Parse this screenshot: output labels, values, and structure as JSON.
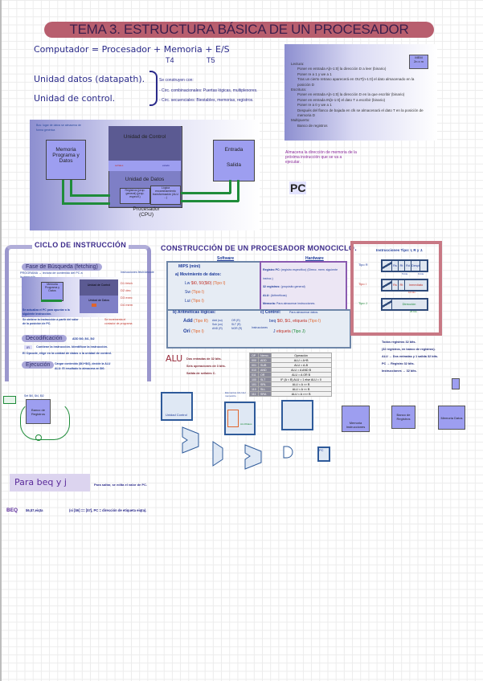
{
  "title": "TEMA 3. ESTRUCTURA BÁSICA DE UN PROCESADOR",
  "intro": {
    "equation": "Computador = Procesador + Memoria + E/S",
    "sub_memoria": "T4",
    "sub_es": "T5",
    "unit_data": "Unidad datos (datapath).",
    "unit_control": "Unidad de control.",
    "brace_title": "Se construyen con:",
    "brace_item1": "- Circ. combinacionales: Puertas lógicas, multiplexores.",
    "brace_item2": "- Circ. secuenciales: Biestables, memorias, registros."
  },
  "memory_slide": {
    "lectura": "Lectura:",
    "l1": "Poner en entrada A[n-1:0] la dirección D a leer (binario)",
    "l2": "Poner re a 1 y we a 1",
    "l3": "Tras un cierto retraso aparecerá en OUT[n-1:0] el dato almacenado en la posición D",
    "escritura": "Escritura:",
    "e1": "Poner en entrada A[n-1:0] la dirección D en la que escribir (binario)",
    "e2": "Poner en entrada IN[n-1:0] el dato T a escribir (binario)",
    "e3": "Poner re a 0 y we a 1",
    "e4": "Después del flanco de bajada en clk se almacenará el dato T en la posición de memoria D",
    "multipuerto": "Multipuerto:",
    "m1": "Banco de registros",
    "mem_label": "MEM",
    "mem_size": "2n x m"
  },
  "cpu_diagram": {
    "note": "Bus: lugar de datos se almacena de forma genérica",
    "memoria": "Memoria Programa y Datos",
    "unidad_control": "Unidad de Control",
    "unidad_datos": "Unidad de Datos",
    "registros": "Registros (prop. general) (prop. específ.)",
    "logica": "Lógica encaminamiento transformación (ALU ...)",
    "entrada": "Entrada",
    "salida": "Salida",
    "procesador": "Procesador (CPU)",
    "senales": "señales",
    "estado": "estado",
    "datos": "datos",
    "instrucciones": "instrucciones",
    "direcciones": "direcciones"
  },
  "pc": {
    "note": "Almacena la dirección de memoria de la próxima instrucción que se va a ejecutar.",
    "label": "PC"
  },
  "ciclo": {
    "heading": "CICLO DE INSTRUCCIÓN",
    "fase_busqueda": "Fase de Búsqueda (fetching)",
    "busqueda_note": "PROGRAMA → lectura de contenido del PC a la memoria.",
    "memoria": "Memoria Programa y Datos",
    "control": "Unidad de Control",
    "datos": "Unidad de Datos",
    "procesador": "Procesador (CPU)",
    "steps_title": "Instrucciones fetch/decode",
    "steps": [
      "D1 fetch",
      "D2 dec",
      "D3 exec",
      "D4 mem"
    ],
    "pc_note1": "Se actualiza el PC para apuntar a la siguiente instrucción.",
    "pc_note2": "Se obtiene la instrucción a partir del valor de la posición de PC.",
    "red_note": "Se incrementa el contador de programa",
    "decodificacion": "Decodificación",
    "decod_note": "ADD $t0, $t1, $t2",
    "ir_label": "IR",
    "decod_line1": "Contiene la instrucción.   Identificar la instrucción.",
    "decod_line2": "El Opcode, elige en la unidad de datos o la unidad de control.",
    "ejecucion": "Ejecución",
    "ejec_line1": "Cargar contenido ($t1+$t2), decide la ALU",
    "ejec_line2": "ALU: El resultado lo almacena en $t0."
  },
  "construccion": {
    "heading": "CONSTRUCCIÓN DE UN PROCESADOR MONOCICLO.",
    "software": "Software",
    "hardware": "Hardware",
    "mips": "MIPS (mini)",
    "a_title": "a) Movimiento de datos:",
    "lw": "Lw",
    "lw_args": "$t0, 50($t0)",
    "lw_tipo": "(Tipo I)",
    "sw": "Sw",
    "sw_tipo": "(Tipo I)",
    "lui": "Lui",
    "lui_tipo": "(Tipo I)",
    "b_title": "b) Aritméticas lógicas:",
    "add": "Add",
    "add_tipo": "(Tipo R)",
    "ori": "Ori",
    "ori_tipo": "(Tipo I)",
    "arith_ops": [
      "Add (su)",
      "Sub (un)",
      "AND (R)",
      "OR (R)",
      "SLT (R)",
      "NOR (R)"
    ],
    "arith_note": "Instrucciones",
    "c_title": "c) Control:",
    "beq": "beq",
    "beq_args": "$t0, $t1, etiqueta",
    "beq_tipo": "(Tipo I)",
    "j": "J",
    "j_args": "etiqueta",
    "j_tipo": "(Tipo J)",
    "hw_rows": [
      {
        "k": "Registro PC:",
        "v": "(registro específico) (Direcc. mem. siguiente instruc.)"
      },
      {
        "k": "32 registros:",
        "v": "(propósito general)"
      },
      {
        "k": "ALU:",
        "v": "(Aritméticas)"
      },
      {
        "k": "Memoria:",
        "v": "Para almacenar instrucciones."
      },
      {
        "k": "",
        "v": "Para almacenar datos."
      }
    ]
  },
  "formatos": {
    "heading": "Instrucciones Tipo: I, R y J.",
    "tipo_r": "Tipo R",
    "tipo_i": "Tipo I",
    "tipo_j": "Tipo J",
    "r_fields": [
      "Rs",
      "Rt",
      "Rd",
      "Despl.",
      "Funct"
    ],
    "r_sub1": "5 bits",
    "r_sub2": "6 bits",
    "i_fields": [
      "Rs",
      "Rt",
      "Inmediato"
    ],
    "i_sub": "16 bits",
    "j_field": "Dirección",
    "j_sub": "26 bits",
    "op_mark": "6"
  },
  "alu": {
    "label": "ALU",
    "line1": "Dos entradas de 32 bits.",
    "line2": "Seis operaciones de 3 bits.",
    "line3": "Salida de señales C.",
    "table_header": [
      "OP",
      "Nemo.",
      "Operación"
    ],
    "table_rows": [
      [
        "000",
        "ADD",
        "ALU = A+B"
      ],
      [
        "001",
        "SUB",
        "ALU = A-B"
      ],
      [
        "010",
        "AND",
        "ALU = A AND B"
      ],
      [
        "011",
        "OR",
        "ALU = A OR B"
      ],
      [
        "100",
        "SLT",
        "IF (A < B) ALU = 1 else ALU = 0"
      ],
      [
        "101",
        "SRL",
        "ALU = A >> B"
      ],
      [
        "110",
        "SLL",
        "ALU = A << B"
      ],
      [
        "111",
        "SRA",
        "ALU = A >>> B"
      ]
    ],
    "table_note": "Desplazamientos"
  },
  "summary": {
    "line1": "Todos registros 32 bits.",
    "line2": "(32 registros, en banco de registros).",
    "line3": "ALU → Dos entradas y 1 salida 32 bits.",
    "line4": "PC → Registro 32 bits.",
    "line5": "Instrucciones → 32 bits."
  },
  "components": {
    "regbank_title": "Set $t0, $t4, $t2",
    "regbank": "Banco de Registros",
    "mem_instr": "Memoria Instrucciones",
    "mem_datos": "Memoria Datos",
    "unit_ctrl": "Unidad Control",
    "alu_block": "ALU/Datos",
    "pc_block": "PC",
    "note_blue": "Elementos ALU del monociclo"
  },
  "beq_section": {
    "heading": "Para beq y j",
    "note": "Para saltar, se edita el valor de PC.",
    "example_op": "BEQ",
    "example_args": "$6,$7,eiqta",
    "example_note": "(si [$6] == [$7], PC = dirección de etiqueta eiqta)."
  }
}
